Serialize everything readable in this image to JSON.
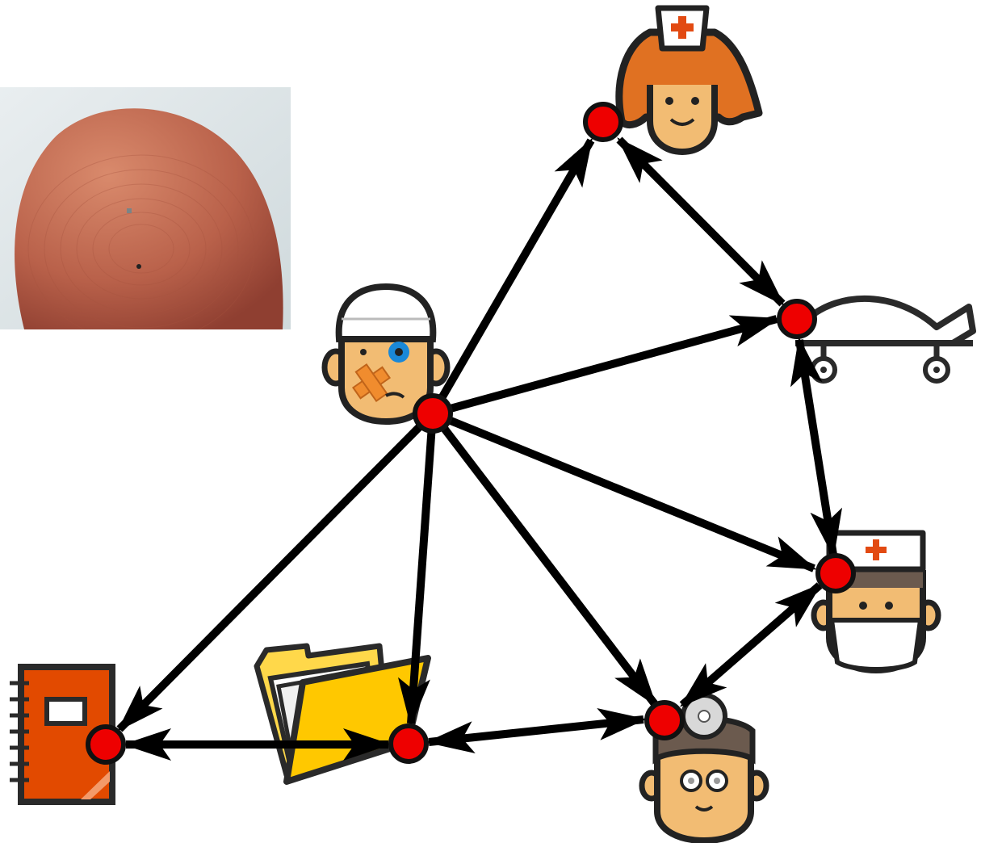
{
  "diagram": {
    "photo": {
      "icon": "fingertip-with-micro-chip-photo"
    },
    "nodes": [
      {
        "id": "patient",
        "icon": "injured-patient-icon"
      },
      {
        "id": "nurse",
        "icon": "nurse-icon"
      },
      {
        "id": "stretcher",
        "icon": "stretcher-icon"
      },
      {
        "id": "surgeon",
        "icon": "surgeon-icon"
      },
      {
        "id": "doctor",
        "icon": "doctor-icon"
      },
      {
        "id": "folder",
        "icon": "folder-icon"
      },
      {
        "id": "notebook",
        "icon": "notebook-icon"
      }
    ],
    "edges": [
      {
        "from": "patient",
        "to": "nurse",
        "direction": "forward"
      },
      {
        "from": "patient",
        "to": "stretcher",
        "direction": "forward"
      },
      {
        "from": "patient",
        "to": "surgeon",
        "direction": "forward"
      },
      {
        "from": "patient",
        "to": "doctor",
        "direction": "forward"
      },
      {
        "from": "patient",
        "to": "folder",
        "direction": "forward"
      },
      {
        "from": "patient",
        "to": "notebook",
        "direction": "forward"
      },
      {
        "from": "nurse",
        "to": "stretcher",
        "direction": "both"
      },
      {
        "from": "stretcher",
        "to": "surgeon",
        "direction": "both"
      },
      {
        "from": "surgeon",
        "to": "doctor",
        "direction": "both"
      },
      {
        "from": "doctor",
        "to": "folder",
        "direction": "both"
      },
      {
        "from": "folder",
        "to": "notebook",
        "direction": "both"
      }
    ],
    "colors": {
      "node_dot": "#ee0000",
      "edge": "#000000",
      "skin": "#f2bc73",
      "nurse_hair": "#e07122",
      "medical_cross": "#e24a12",
      "folder": "#ffc800",
      "notebook": "#e24a00",
      "eye_bruise": "#1a88d8",
      "bandage": "#f08c2e"
    }
  }
}
